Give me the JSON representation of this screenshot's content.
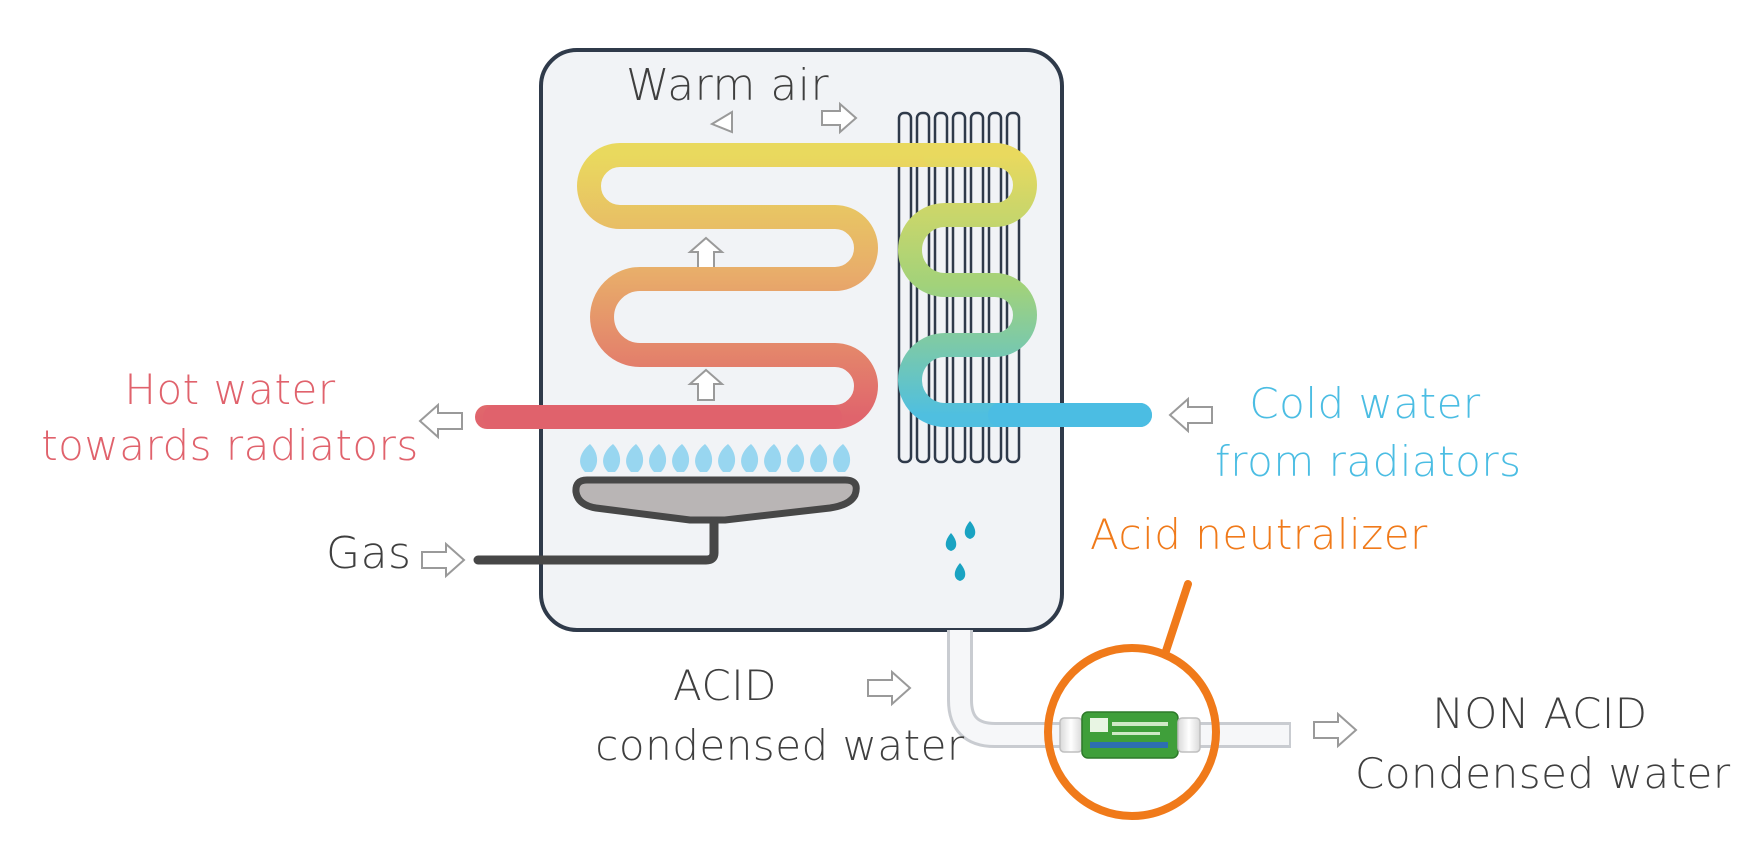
{
  "labels": {
    "warm_air": "Warm air",
    "hot_water_line1": "Hot water",
    "hot_water_line2": "towards radiators",
    "cold_water_line1": "Cold water",
    "cold_water_line2": "from radiators",
    "gas": "Gas",
    "acid_neutralizer": "Acid neutralizer",
    "acid_line1": "ACID",
    "acid_line2": "condensed water",
    "non_acid_line1": "NON ACID",
    "non_acid_line2": "Condensed water"
  },
  "colors": {
    "hot_water": "#e0626c",
    "cold_water": "#4bbde3",
    "dark_text": "#3f3f3f",
    "accent_orange": "#f07a1a",
    "boiler_outline": "#2f3a4a",
    "boiler_fill": "#f1f3f6",
    "coil_yellow": "#e8d65c",
    "coil_green": "#9fd27a",
    "flame_blue": "#7fcfee",
    "burner_grey": "#b9b5b5",
    "pipe_dark": "#474747",
    "drop_teal": "#1aa3c2",
    "neutralizer_green": "#3f9f3a"
  },
  "icons": {
    "arrow": "hollow-arrow-icon",
    "drop": "water-drop-icon",
    "flame": "flame-icon",
    "device": "neutralizer-device-icon"
  }
}
